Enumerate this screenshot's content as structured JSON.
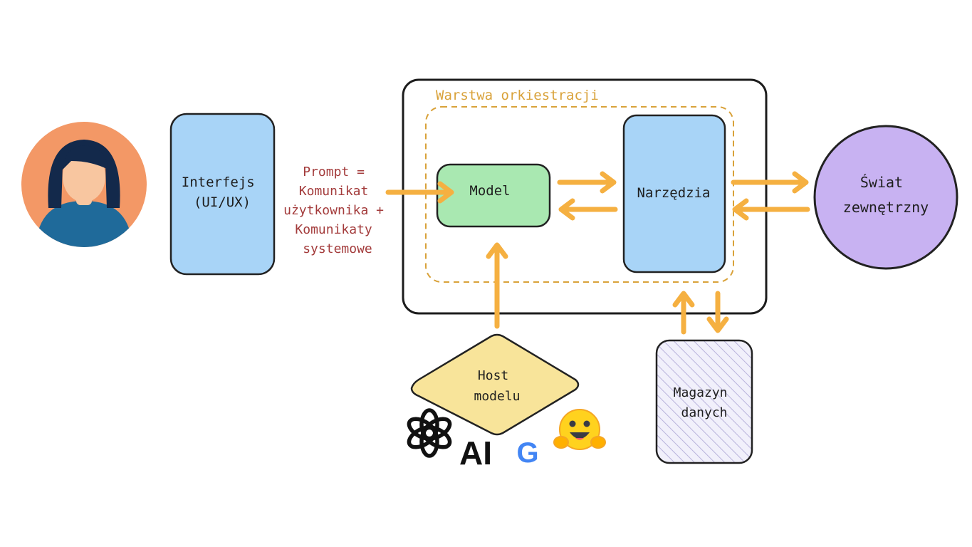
{
  "nodes": {
    "interface": "Interfejs\n(UI/UX)",
    "prompt": "Prompt =\nKomunikat\nużytkownika +\nKomunikaty\nsystemowe",
    "orchestration": "Warstwa orkiestracji",
    "model": "Model",
    "tools": "Narzędzia",
    "world": "Świat\nzewnętrzny",
    "host": "Host\nmodelu",
    "storage": "Magazyn\ndanych"
  },
  "logos": [
    "openai-logo",
    "anthropic-logo",
    "google-logo",
    "huggingface-logo"
  ],
  "logo_text": {
    "anthropic": "AI",
    "google": "G"
  },
  "colors": {
    "arrow": "#f5b041",
    "interface_fill": "#a8d4f7",
    "tools_fill": "#a8d4f7",
    "model_fill": "#a9e8b1",
    "world_fill": "#c8b2f2",
    "host_fill": "#f8e49a",
    "avatar_bg": "#f39866",
    "prompt_text": "#a33b3b",
    "orchestration_text": "#d9a23a"
  }
}
